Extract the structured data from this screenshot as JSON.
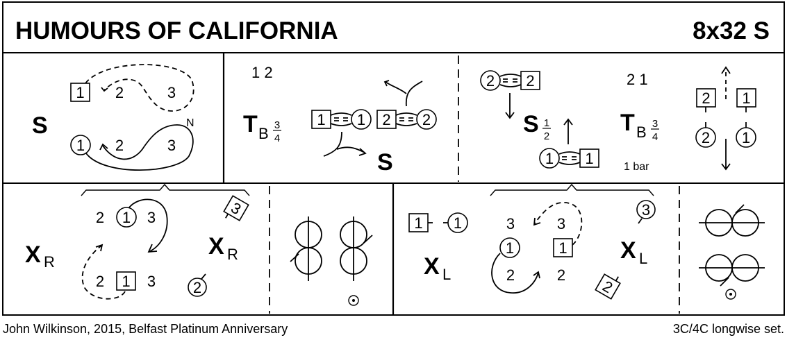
{
  "header": {
    "title": "HUMOURS OF CALIFORNIA",
    "formation": "8x32 S"
  },
  "footer": {
    "credit": "John Wilkinson, 2015, Belfast Platinum Anniversary",
    "set_type": "3C/4C longwise set."
  },
  "row1": {
    "cell1": {
      "figure": "S",
      "top_dancer": "1",
      "top_labels": [
        "2",
        "3"
      ],
      "bottom_dancer": "1",
      "bottom_labels": [
        "2",
        "3"
      ],
      "direction_mark": "N"
    },
    "cell2": {
      "position_labels": "1 2",
      "figure": "T",
      "figure_sub": "B",
      "fraction_num": "3",
      "fraction_den": "4",
      "couples": [
        "1",
        "1",
        "2",
        "2"
      ],
      "then_figure": "S"
    },
    "cell3": {
      "top_pair": [
        "2",
        "2"
      ],
      "figure": "S",
      "fraction_num": "1",
      "fraction_den": "2",
      "bottom_pair": [
        "1",
        "1"
      ]
    },
    "cell4": {
      "position_labels": "2 1",
      "figure": "T",
      "figure_sub": "B",
      "fraction_num": "3",
      "fraction_den": "4",
      "duration": "1 bar"
    },
    "cell5": {
      "men": [
        "2",
        "1"
      ],
      "women": [
        "2",
        "1"
      ]
    }
  },
  "row2": {
    "cell1": {
      "figure": "X",
      "figure_sub": "R",
      "top_row": [
        "2",
        "1",
        "3"
      ],
      "bottom_row": [
        "2",
        "1",
        "3"
      ],
      "end_figure": "X",
      "end_figure_sub": "R",
      "rotated_man": "3",
      "woman": "2"
    },
    "cell2": {
      "symbol": "figure-of-eight track pattern"
    },
    "cell3": {
      "pair": [
        "1",
        "1"
      ],
      "figure": "X",
      "figure_sub": "L",
      "top_row": [
        "3",
        "3"
      ],
      "middle_row": [
        "1",
        "1"
      ],
      "bottom_row": [
        "2",
        "2"
      ],
      "end_figure": "X",
      "end_figure_sub": "L",
      "woman": "3",
      "rotated_man": "2"
    },
    "cell4": {
      "symbol": "figure-of-eight track pattern"
    }
  }
}
